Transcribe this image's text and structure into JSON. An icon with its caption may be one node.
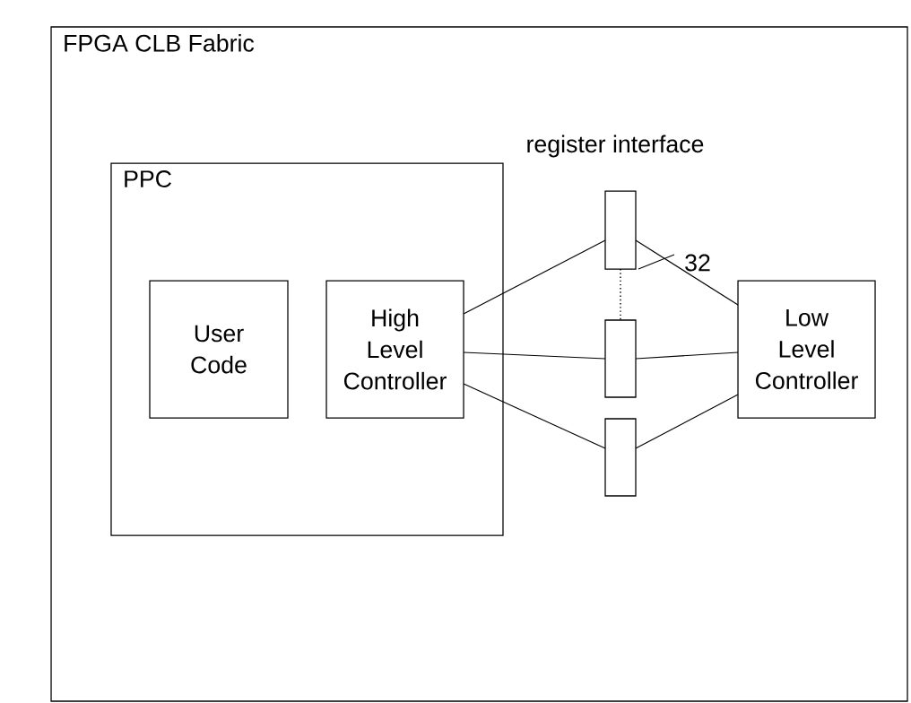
{
  "diagram": {
    "nodes": [
      {
        "text": [
          "FPGA CLB Fabric"
        ]
      },
      {
        "text": [
          "PPC"
        ],
        "in": 0
      },
      {
        "text": [
          "User Code"
        ],
        "in": 1
      },
      {
        "text": [
          "High Level Controller"
        ],
        "in": 1
      },
      {
        "text": [],
        "shape": "box",
        "in": 0
      },
      {
        "text": [],
        "shape": "box",
        "in": 0
      },
      {
        "text": [],
        "shape": "box",
        "in": 0
      },
      {
        "text": [
          "Low Level Controller"
        ],
        "in": 0
      }
    ],
    "edges": [
      {
        "from": 3,
        "to": 4,
        "arrow": "none"
      },
      {
        "from": 3,
        "to": 5,
        "arrow": "none"
      },
      {
        "from": 3,
        "to": 6,
        "arrow": "none"
      },
      {
        "from": 4,
        "to": 7,
        "arrow": "none",
        "label": "32"
      },
      {
        "from": 5,
        "to": 7,
        "arrow": "none"
      },
      {
        "from": 6,
        "to": 7,
        "arrow": "none"
      },
      {
        "from": 4,
        "to": 5,
        "arrow": "none",
        "style": "dashed"
      }
    ],
    "labels": [
      "register interface"
    ]
  }
}
